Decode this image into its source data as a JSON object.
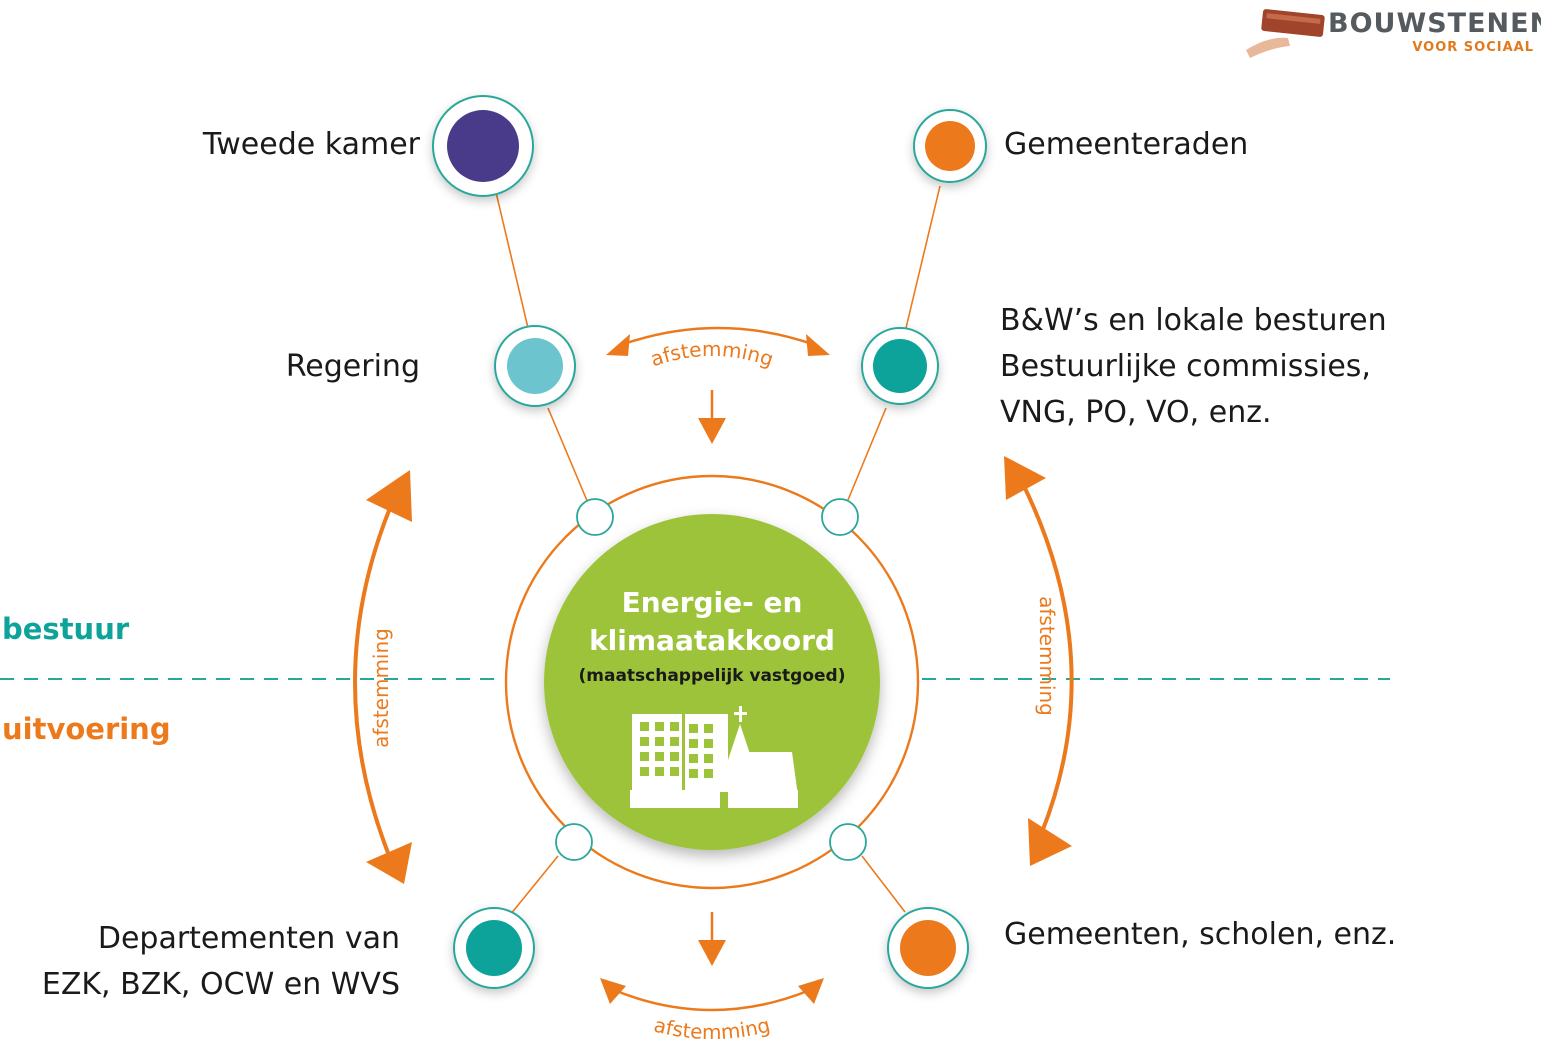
{
  "logo": {
    "name": "BOUWSTENEN",
    "sub": "VOOR SOCIAAL"
  },
  "center": {
    "title_line1": "Energie- en",
    "title_line2": "klimaatakkoord",
    "subtitle": "(maatschappelijk vastgoed)",
    "icon": "building-and-church-icon"
  },
  "sides": {
    "top": "bestuur",
    "bottom": "uitvoering"
  },
  "nodes": {
    "tweede_kamer": "Tweede kamer",
    "gemeenteraden": "Gemeenteraden",
    "regering": "Regering",
    "bw_lines": [
      "B&W’s en lokale besturen",
      "Bestuurlijke commissies,",
      "VNG, PO, VO, enz."
    ],
    "departementen_lines": [
      "Departementen van",
      "EZK, BZK, OCW en WVS"
    ],
    "gemeenten": "Gemeenten, scholen, enz."
  },
  "arrows": {
    "top": "afstemming",
    "bottom": "afstemming",
    "left": "afstemming",
    "right": "afstemming"
  },
  "colors": {
    "orange": "#ec7a1c",
    "teal": "#0ea39a",
    "green": "#9dc33b",
    "purple": "#4a3a8a",
    "light_teal": "#6cc4cf",
    "ring": "#2aa79b"
  }
}
